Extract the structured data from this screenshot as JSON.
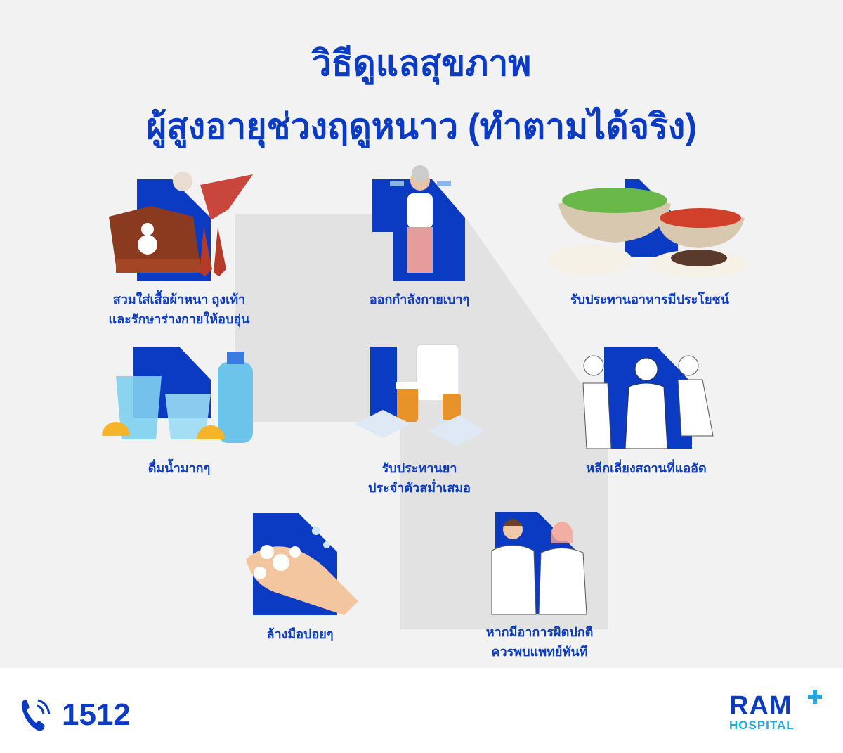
{
  "title": {
    "line1": "วิธีดูแลสุขภาพ",
    "line2": "ผู้สูงอายุช่วงฤดูหนาว (ทำตามได้จริง)"
  },
  "tips": [
    {
      "line1": "สวมใส่เสื้อผ้าหนา ถุงเท้า",
      "line2": "และรักษาร่างกายให้อบอุ่น",
      "icon": "warm-clothes-icon"
    },
    {
      "line1": "ออกกำลังกายเบาๆ",
      "icon": "exercise-icon"
    },
    {
      "line1": "รับประทานอาหารมีประโยชน์",
      "icon": "healthy-food-icon"
    },
    {
      "line1": "ดื่มน้ำมากๆ",
      "icon": "drinks-icon"
    },
    {
      "line1": "รับประทานยา",
      "line2": "ประจำตัวสม่ำเสมอ",
      "icon": "medicine-icon"
    },
    {
      "line1": "หลีกเลี่ยงสถานที่แออัด",
      "icon": "crowd-icon"
    },
    {
      "line1": "ล้างมือบ่อยๆ",
      "icon": "hand-washing-icon"
    },
    {
      "line1": "หากมีอาการผิดปกติ",
      "line2": "ควรพบแพทย์ทันที",
      "icon": "doctors-icon"
    }
  ],
  "footer": {
    "phone": "1512",
    "logo_main": "RAM",
    "logo_sub": "HOSPITAL"
  },
  "colors": {
    "brand_blue": "#0a3bc2",
    "accent_cyan": "#22a8de",
    "background": "#f2f2f2"
  }
}
